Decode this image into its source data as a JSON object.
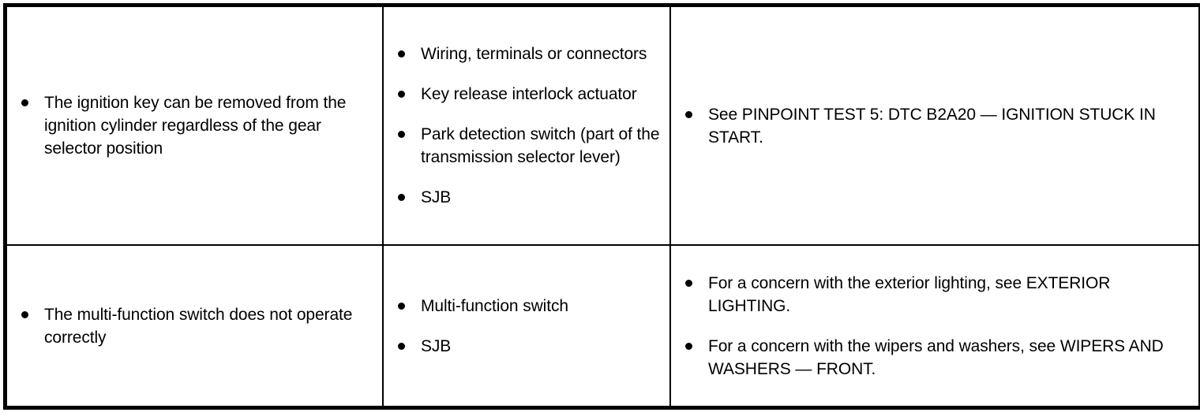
{
  "document": {
    "type": "diagnostic-symptom-chart",
    "columns": 3,
    "rows": 2,
    "bullet_glyph": "•",
    "text_color": "#000000",
    "background_color": "#ffffff",
    "border_color": "#000000"
  },
  "table": {
    "rows": [
      {
        "symptom": {
          "items": [
            "The ignition key can be removed from the ignition cylinder regardless of the gear selector position"
          ]
        },
        "possible_sources": {
          "items": [
            "Wiring, terminals or connectors",
            "Key release interlock actuator",
            "Park detection switch (part of the transmission selector lever)",
            "SJB"
          ]
        },
        "actions": {
          "items": [
            "See PINPOINT TEST 5: DTC B2A20 — IGNITION STUCK IN START."
          ]
        }
      },
      {
        "symptom": {
          "items": [
            "The multi-function switch does not operate correctly"
          ]
        },
        "possible_sources": {
          "items": [
            "Multi-function switch",
            "SJB"
          ]
        },
        "actions": {
          "items": [
            "For a concern with the exterior lighting, see EXTERIOR LIGHTING.",
            "For a concern with the wipers and washers, see WIPERS AND WASHERS — FRONT."
          ]
        }
      }
    ]
  }
}
